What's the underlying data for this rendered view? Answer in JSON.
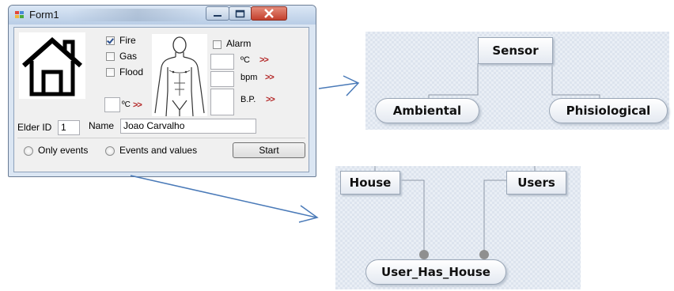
{
  "form": {
    "title": "Form1",
    "checkboxes": {
      "fire": {
        "label": "Fire",
        "checked": true
      },
      "gas": {
        "label": "Gas",
        "checked": false
      },
      "flood": {
        "label": "Flood",
        "checked": false
      },
      "alarm": {
        "label": "Alarm",
        "checked": false
      }
    },
    "house_temp_unit": "ºC",
    "house_temp_arrow": ">>",
    "vitals": [
      {
        "unit": "ºC",
        "arrow": ">>"
      },
      {
        "unit": "bpm",
        "arrow": ">>"
      },
      {
        "unit": "B.P.",
        "arrow": ">>"
      }
    ],
    "elder_id_label": "Elder ID",
    "elder_id_value": "1",
    "name_label": "Name",
    "name_value": "Joao Carvalho",
    "radio_only_events": "Only events",
    "radio_events_values": "Events and values",
    "start_button": "Start"
  },
  "diagram1": {
    "root": "Sensor",
    "children": [
      "Ambiental",
      "Phisiological"
    ]
  },
  "diagram2": {
    "nodes": [
      "House",
      "Users"
    ],
    "join": "User_Has_House"
  },
  "colors": {
    "arrow": "#4a7ab8",
    "red_text": "#b32424",
    "window_frame": "#dbe6f3"
  }
}
